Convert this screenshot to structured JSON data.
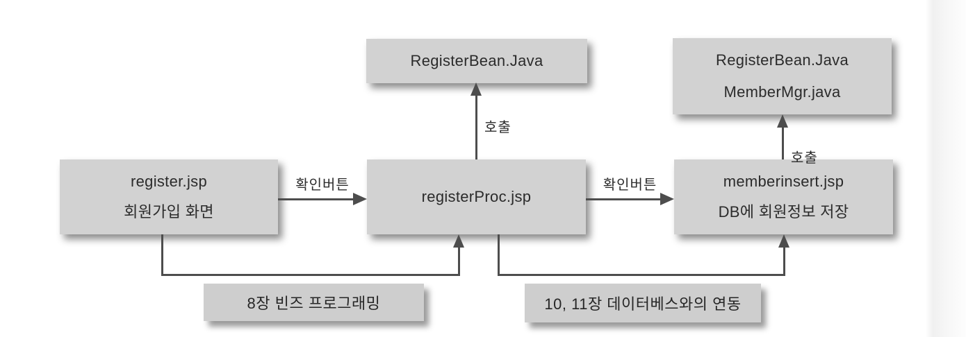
{
  "colors": {
    "box_fill": "#d2d2d2",
    "label_box_fill": "#cecece",
    "line": "#4d4d4d",
    "text": "#2b2b2b",
    "background": "#ffffff"
  },
  "boxes": {
    "register": {
      "title": "register.jsp",
      "subtitle": "회원가입 화면"
    },
    "register_proc": {
      "title": "registerProc.jsp"
    },
    "memberinsert": {
      "title": "memberinsert.jsp",
      "subtitle": "DB에 회원정보 저장"
    },
    "register_bean": {
      "title": "RegisterBean.Java"
    },
    "register_bean_member_mgr": {
      "title": "RegisterBean.Java",
      "subtitle": "MemberMgr.java"
    },
    "chapter8": {
      "label": "8장 빈즈 프로그래밍"
    },
    "chapter10_11": {
      "label": "10, 11장 데이터베스와의 연동"
    }
  },
  "edge_labels": {
    "confirm_button_1": "확인버튼",
    "confirm_button_2": "확인버튼",
    "call_1": "호출",
    "call_2": "호출"
  }
}
